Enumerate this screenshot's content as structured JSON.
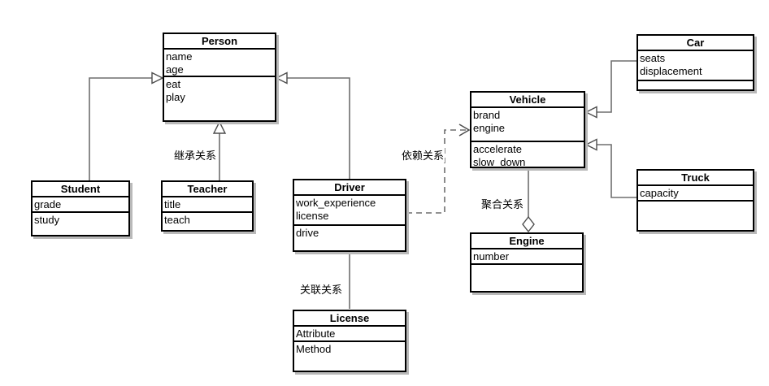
{
  "diagram": {
    "classes": {
      "person": {
        "name": "Person",
        "attributes": [
          "name",
          "age"
        ],
        "methods": [
          "eat",
          "play"
        ]
      },
      "student": {
        "name": "Student",
        "attributes": [
          "grade"
        ],
        "methods": [
          "study"
        ]
      },
      "teacher": {
        "name": "Teacher",
        "attributes": [
          "title"
        ],
        "methods": [
          "teach"
        ]
      },
      "driver": {
        "name": "Driver",
        "attributes": [
          "work_experience",
          "license"
        ],
        "methods": [
          "drive"
        ]
      },
      "license": {
        "name": "License",
        "attributes": [
          "Attribute"
        ],
        "methods": [
          "Method"
        ]
      },
      "vehicle": {
        "name": "Vehicle",
        "attributes": [
          "brand",
          "engine"
        ],
        "methods": [
          "accelerate",
          "slow_down"
        ]
      },
      "engine": {
        "name": "Engine",
        "attributes": [
          "number"
        ],
        "methods": []
      },
      "car": {
        "name": "Car",
        "attributes": [
          "seats",
          "displacement"
        ],
        "methods": []
      },
      "truck": {
        "name": "Truck",
        "attributes": [
          "capacity"
        ],
        "methods": []
      }
    },
    "relation_labels": {
      "inheritance": "继承关系",
      "dependency": "依赖关系",
      "association": "关联关系",
      "aggregation": "聚合关系"
    },
    "colors": {
      "background": "#ffffff",
      "box_border": "#000000",
      "box_shadow": "#b9b9b9",
      "connector_line": "#6e6e6e",
      "text": "#000000"
    }
  }
}
